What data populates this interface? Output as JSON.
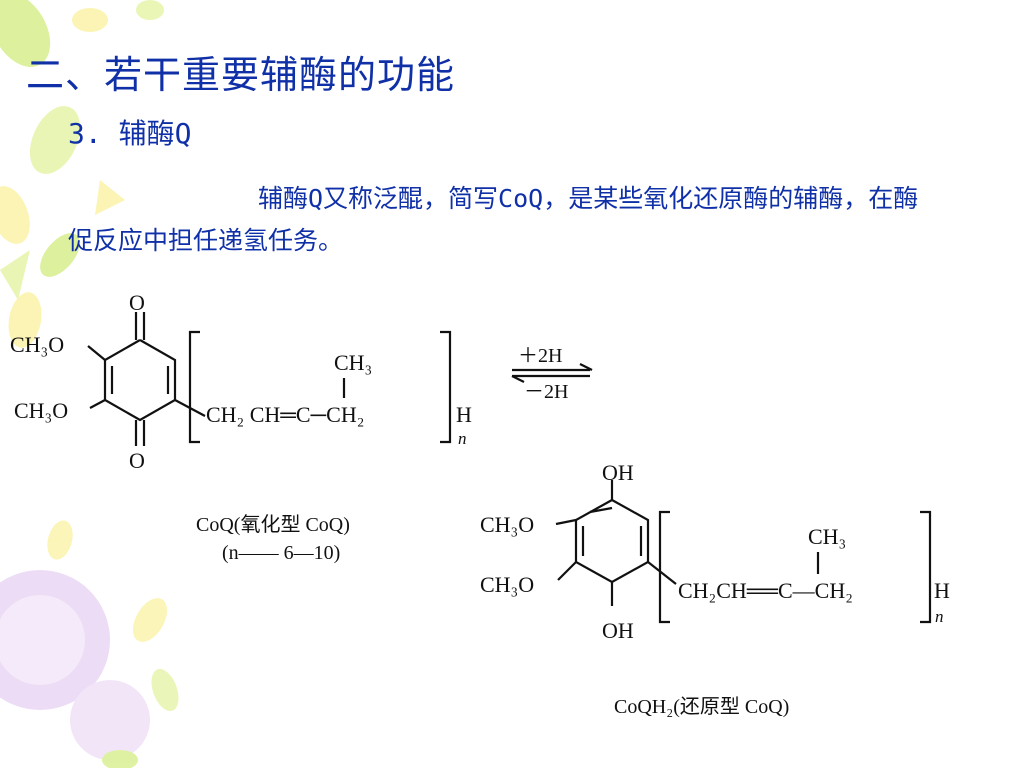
{
  "slide": {
    "title": "二、若干重要辅酶的功能",
    "subtitle": "3. 辅酶Q",
    "paragraph": "辅酶Q又称泛醌，简写CoQ，是某些氧化还原酶的辅酶，在酶促反应中担任递氢任务。"
  },
  "oxidized": {
    "o_top": "O",
    "o_bottom": "O",
    "och3_top": "CH₃O",
    "och3_bottom": "CH₃O",
    "ch3": "CH₃",
    "chain": "CH₂ CH═C─CH₂",
    "h": "H",
    "n": "n",
    "caption": "CoQ(氧化型 CoQ)",
    "range": "(n—— 6—10)"
  },
  "reaction": {
    "forward": "＋2H",
    "reverse": "－2H"
  },
  "reduced": {
    "oh_top": "OH",
    "oh_bottom": "OH",
    "och3_top": "CH₃O",
    "och3_bottom": "CH₃O",
    "ch3": "CH₃",
    "chain": "CH₂CH══C—CH₂",
    "h": "H",
    "n": "n",
    "caption": "CoQH₂(还原型 CoQ)"
  },
  "colors": {
    "heading": "#1030a8",
    "decor_green": "#d7ee8c",
    "decor_yellow": "#fbf3a8",
    "decor_purple": "#e9d4f3"
  }
}
